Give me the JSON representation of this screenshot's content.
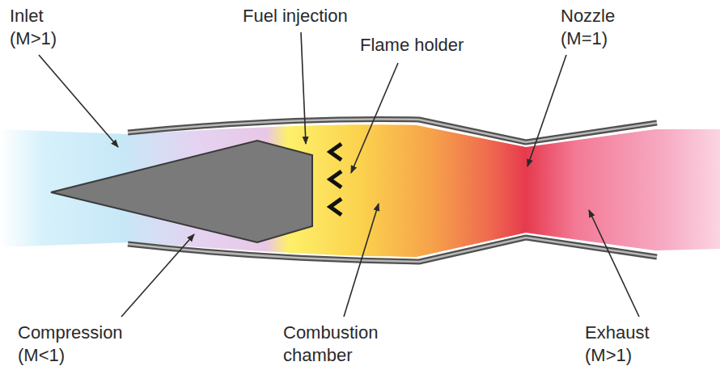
{
  "diagram": {
    "labels": [
      "Inlet (M>1)",
      "Fuel injection",
      "Flame holder",
      "Nozzle (M=1)",
      "Compression (M<1)",
      "Combustion chamber",
      "Exhaust (M>1)"
    ]
  }
}
